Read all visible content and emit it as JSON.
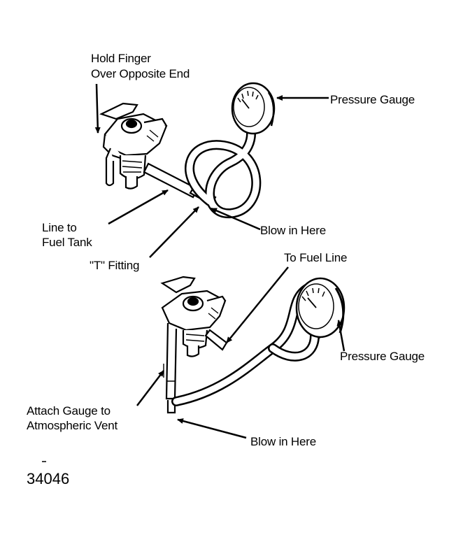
{
  "colors": {
    "ink": "#000000",
    "paper": "#ffffff",
    "hose_fill": "#ffffff"
  },
  "figure_number": "34046",
  "upper": {
    "hold_finger_line1": "Hold Finger",
    "hold_finger_line2": "Over Opposite End",
    "pressure_gauge": "Pressure Gauge",
    "line_to_tank_line1": "Line to",
    "line_to_tank_line2": "Fuel Tank",
    "blow_in_here": "Blow in Here",
    "t_fitting": "\"T\" Fitting"
  },
  "lower": {
    "to_fuel_line": "To Fuel Line",
    "pressure_gauge": "Pressure Gauge",
    "attach_gauge_line1": "Attach Gauge to",
    "attach_gauge_line2": "Atmospheric Vent",
    "blow_in_here": "Blow in Here"
  },
  "icons": [
    "fuel-pump-icon",
    "pressure-gauge-icon",
    "hose-icon",
    "arrow-icon"
  ]
}
